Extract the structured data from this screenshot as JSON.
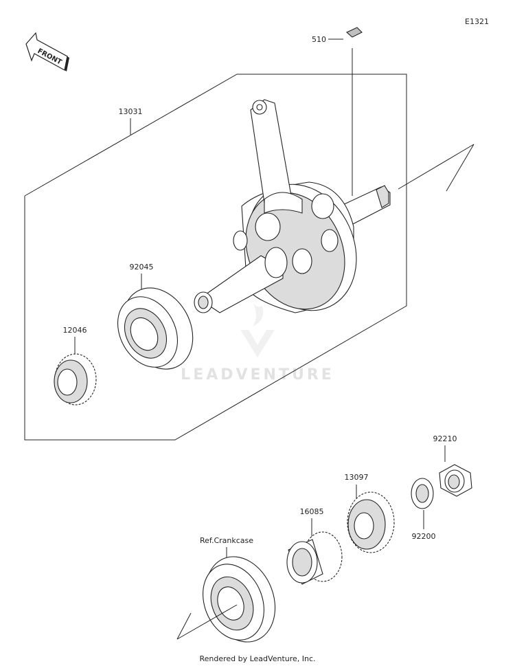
{
  "diagram_code": "E1321",
  "front_label": "FRONT",
  "watermark": "LEADVENTURE",
  "footer": "Rendered by LeadVenture, Inc.",
  "callouts": {
    "p510": "510",
    "p13031": "13031",
    "p92045": "92045",
    "p12046": "12046",
    "p92210": "92210",
    "p13097": "13097",
    "p16085": "16085",
    "p92200": "92200",
    "ref_crankcase": "Ref.Crankcase"
  }
}
